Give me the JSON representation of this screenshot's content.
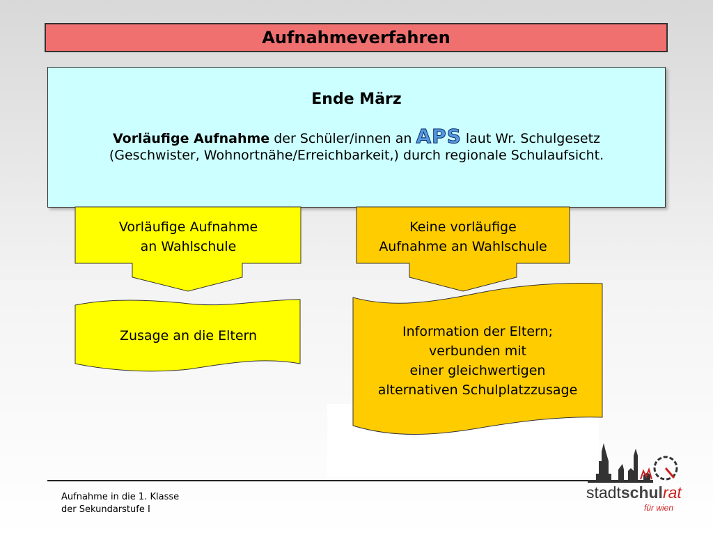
{
  "title": "Aufnahmeverfahren",
  "main": {
    "heading": "Ende März",
    "line1_bold": "Vorläufige Aufnahme",
    "line1_mid": " der Schüler/innen an ",
    "line1_aps": "APS",
    "line1_end": " laut Wr. Schulgesetz",
    "line2": "(Geschwister, Wohnortnähe/Erreichbarkeit,) durch regionale Schulaufsicht."
  },
  "left_branch": {
    "arrow_line1": "Vorläufige Aufnahme",
    "arrow_line2": "an Wahlschule",
    "doc_text": "Zusage an die Eltern",
    "color": "#ffff00"
  },
  "right_branch": {
    "arrow_line1": "Keine vorläufige",
    "arrow_line2": "Aufnahme an Wahlschule",
    "doc_line1": "Information der Eltern;",
    "doc_line2": "verbunden mit",
    "doc_line3": "einer gleichwertigen",
    "doc_line4": "alternativen Schulplatzzusage",
    "color": "#ffcc00"
  },
  "footer": {
    "line1": "Aufnahme in die 1. Klasse",
    "line2": "der Sekundarstufe I"
  },
  "logo": {
    "word_a": "stadt",
    "word_b": "schul",
    "word_c": "rat",
    "sub": "für wien"
  },
  "colors": {
    "title_bg": "#f07070",
    "main_bg": "#ccffff",
    "aps": "#5599dd"
  }
}
